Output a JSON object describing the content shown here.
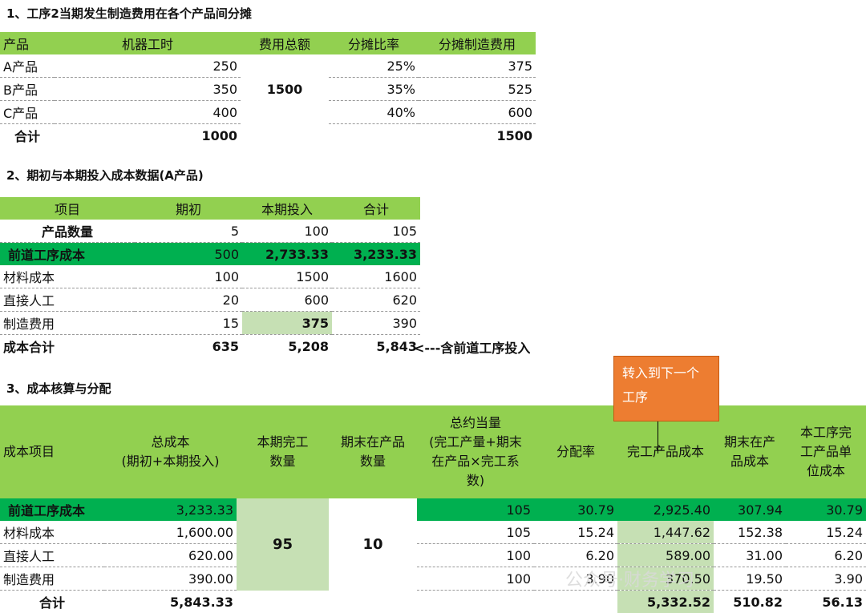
{
  "section1": {
    "title": "1、工序2当期发生制造费用在各个产品间分摊",
    "headers": [
      "产品",
      "机器工时",
      "费用总额",
      "分摊比率",
      "分摊制造费用"
    ],
    "rows": [
      {
        "name": "A产品",
        "hours": "250",
        "ratio": "25%",
        "alloc": "375"
      },
      {
        "name": "B产品",
        "hours": "350",
        "ratio": "35%",
        "alloc": "525"
      },
      {
        "name": "C产品",
        "hours": "400",
        "ratio": "40%",
        "alloc": "600"
      }
    ],
    "total_fee": "1500",
    "total": {
      "label": "合计",
      "hours": "1000",
      "alloc": "1500"
    }
  },
  "section2": {
    "title": "2、期初与本期投入成本数据(A产品)",
    "headers": [
      "项目",
      "期初",
      "本期投入",
      "合计"
    ],
    "rows": [
      {
        "item": "产品数量",
        "begin": "5",
        "current": "100",
        "total": "105"
      },
      {
        "item": "前道工序成本",
        "begin": "500",
        "current": "2,733.33",
        "total": "3,233.33"
      },
      {
        "item": "材料成本",
        "begin": "100",
        "current": "1500",
        "total": "1600"
      },
      {
        "item": "直接人工",
        "begin": "20",
        "current": "600",
        "total": "620"
      },
      {
        "item": "制造费用",
        "begin": "15",
        "current": "375",
        "total": "390"
      },
      {
        "item": "成本合计",
        "begin": "635",
        "current": "5,208",
        "total": "5,843"
      }
    ],
    "note": "<---含前道工序投入"
  },
  "section3": {
    "title": "3、成本核算与分配",
    "headers": [
      "成本项目",
      "总成本\n(期初+本期投入)",
      "本期完工\n数量",
      "期末在产品\n数量",
      "总约当量\n(完工产量+期末\n在产品×完工系\n数)",
      "分配率",
      "完工产品成本",
      "期末在产\n品成本",
      "本工序完\n工产品单\n位成本"
    ],
    "completed_qty": "95",
    "wip_qty": "10",
    "rows": [
      {
        "item": "前道工序成本",
        "total": "3,233.33",
        "equiv": "105",
        "rate": "30.79",
        "finished": "2,925.40",
        "wip": "307.94",
        "unit": "30.79"
      },
      {
        "item": "材料成本",
        "total": "1,600.00",
        "equiv": "105",
        "rate": "15.24",
        "finished": "1,447.62",
        "wip": "152.38",
        "unit": "15.24"
      },
      {
        "item": "直接人工",
        "total": "620.00",
        "equiv": "100",
        "rate": "6.20",
        "finished": "589.00",
        "wip": "31.00",
        "unit": "6.20"
      },
      {
        "item": "制造费用",
        "total": "390.00",
        "equiv": "100",
        "rate": "3.90",
        "finished": "370.50",
        "wip": "19.50",
        "unit": "3.90"
      }
    ],
    "total": {
      "label": "合计",
      "total": "5,843.33",
      "finished": "5,332.52",
      "wip": "510.82",
      "unit": "56.13"
    }
  },
  "callout": "转入到下一个工序",
  "watermark": "公众号·财务学习"
}
